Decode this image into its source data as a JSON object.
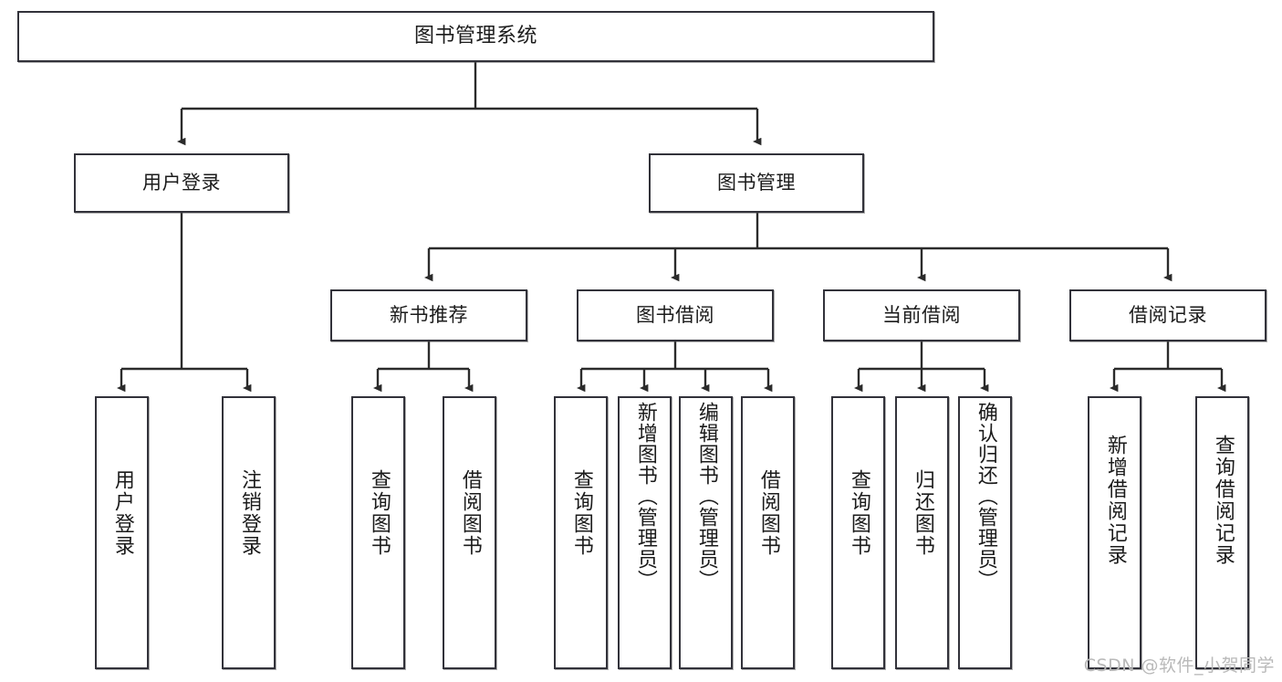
{
  "diagram": {
    "type": "hierarchy-tree",
    "title": "图书管理系统",
    "watermark": "CSDN @软件_小贺同学",
    "colors": {
      "box_border": "#32323a",
      "box_fill": "#ffffff",
      "connector": "#2b2b2b",
      "text": "#1b1b1b",
      "watermark": "#b9b9b9"
    },
    "nodes": {
      "root": {
        "label": "图书管理系统",
        "level": 1,
        "orientation": "horizontal"
      },
      "level2": [
        {
          "id": "user-login",
          "label": "用户登录",
          "orientation": "horizontal"
        },
        {
          "id": "book-manage",
          "label": "图书管理",
          "orientation": "horizontal"
        }
      ],
      "level3": [
        {
          "id": "new-book-recommend",
          "label": "新书推荐",
          "orientation": "horizontal",
          "parent": "book-manage"
        },
        {
          "id": "book-borrow",
          "label": "图书借阅",
          "orientation": "horizontal",
          "parent": "book-manage"
        },
        {
          "id": "current-borrow",
          "label": "当前借阅",
          "orientation": "horizontal",
          "parent": "book-manage"
        },
        {
          "id": "borrow-record",
          "label": "借阅记录",
          "orientation": "horizontal",
          "parent": "book-manage"
        }
      ],
      "leaves": [
        {
          "id": "leaf-user-login",
          "label": "用户登录",
          "parent": "user-login",
          "orientation": "vertical"
        },
        {
          "id": "leaf-user-logout",
          "label": "注销登录",
          "parent": "user-login",
          "orientation": "vertical"
        },
        {
          "id": "leaf-query-book-1",
          "label": "查询图书",
          "parent": "new-book-recommend",
          "orientation": "vertical"
        },
        {
          "id": "leaf-borrow-book-1",
          "label": "借阅图书",
          "parent": "new-book-recommend",
          "orientation": "vertical"
        },
        {
          "id": "leaf-query-book-2",
          "label": "查询图书",
          "parent": "book-borrow",
          "orientation": "vertical"
        },
        {
          "id": "leaf-add-book",
          "label": "新增图书（管理员）",
          "parent": "book-borrow",
          "orientation": "vertical"
        },
        {
          "id": "leaf-edit-book",
          "label": "编辑图书（管理员）",
          "parent": "book-borrow",
          "orientation": "vertical"
        },
        {
          "id": "leaf-borrow-book-2",
          "label": "借阅图书",
          "parent": "book-borrow",
          "orientation": "vertical"
        },
        {
          "id": "leaf-query-book-3",
          "label": "查询图书",
          "parent": "current-borrow",
          "orientation": "vertical"
        },
        {
          "id": "leaf-return-book",
          "label": "归还图书",
          "parent": "current-borrow",
          "orientation": "vertical"
        },
        {
          "id": "leaf-confirm-return",
          "label": "确认归还（管理员）",
          "parent": "current-borrow",
          "orientation": "vertical"
        },
        {
          "id": "leaf-add-record",
          "label": "新增借阅记录",
          "parent": "borrow-record",
          "orientation": "vertical"
        },
        {
          "id": "leaf-query-record",
          "label": "查询借阅记录",
          "parent": "borrow-record",
          "orientation": "vertical"
        }
      ]
    }
  }
}
